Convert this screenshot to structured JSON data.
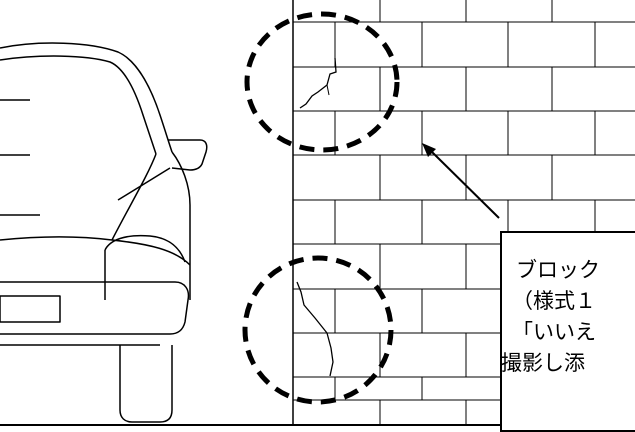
{
  "callout": {
    "lines": [
      "ブロック",
      "（様式１",
      "「いいえ",
      "撮影し添"
    ]
  },
  "colors": {
    "line": "#000000",
    "background": "#ffffff"
  },
  "icons": [
    "car-icon",
    "crack-icon",
    "dashed-circle-icon",
    "arrow-icon"
  ]
}
